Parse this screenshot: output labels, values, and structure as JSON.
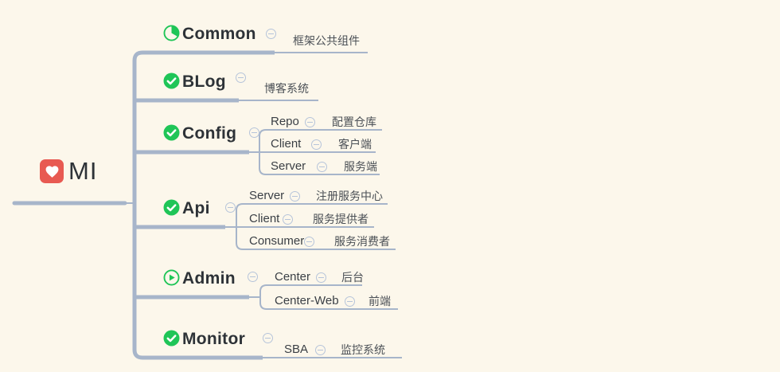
{
  "theme": {
    "background": "#fcf7eb",
    "line_color": "#a7b5ca",
    "collapse_color": "#b6c4da",
    "green": "#1fc557",
    "red": "#e85a52",
    "title_color": "#2d3237",
    "child_color": "#3a3f45",
    "note_color": "#4b5056"
  },
  "root": {
    "label": "MI",
    "icon": "heart-icon"
  },
  "branches": [
    {
      "label": "Common",
      "icon": "pie-icon",
      "note": "框架公共组件",
      "children": []
    },
    {
      "label": "BLog",
      "icon": "check-icon",
      "note": "博客系统",
      "children": []
    },
    {
      "label": "Config",
      "icon": "check-icon",
      "note": "",
      "children": [
        {
          "label": "Repo",
          "note": "配置仓库"
        },
        {
          "label": "Client",
          "note": "客户端"
        },
        {
          "label": "Server",
          "note": "服务端"
        }
      ]
    },
    {
      "label": "Api",
      "icon": "check-icon",
      "note": "",
      "children": [
        {
          "label": "Server",
          "note": "注册服务中心"
        },
        {
          "label": "Client",
          "note": "服务提供者"
        },
        {
          "label": "Consumer",
          "note": "服务消费者"
        }
      ]
    },
    {
      "label": "Admin",
      "icon": "play-icon",
      "note": "",
      "children": [
        {
          "label": "Center",
          "note": "后台"
        },
        {
          "label": "Center-Web",
          "note": "前端"
        }
      ]
    },
    {
      "label": "Monitor",
      "icon": "check-icon",
      "note": "",
      "children": [
        {
          "label": "SBA",
          "note": "监控系统"
        }
      ]
    }
  ]
}
